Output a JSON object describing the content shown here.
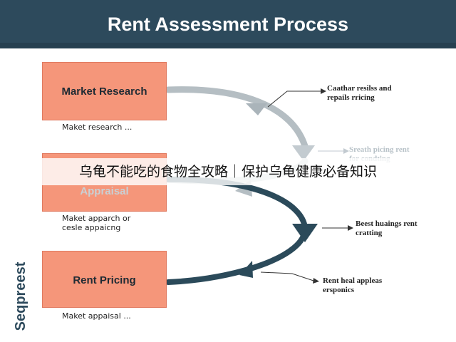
{
  "header": {
    "title": "Rent Assessment Process"
  },
  "steps": [
    {
      "label": "Market Research",
      "caption": "Maket research ..."
    },
    {
      "label": "Appraisal",
      "caption_lines": [
        "Maket apparch or",
        "cesle appaicng"
      ]
    },
    {
      "label": "Rent Pricing",
      "caption": "Maket appaisal ..."
    }
  ],
  "notes": [
    {
      "lines": [
        "Caathar resilss and",
        "repails rricing"
      ]
    },
    {
      "lines": [
        "Sreath picing rent",
        "for condting"
      ]
    },
    {
      "lines": [
        "Beest huaings rent",
        "cratting"
      ]
    },
    {
      "lines": [
        "Rent heal appleas",
        "ersponics"
      ]
    }
  ],
  "brand": {
    "text": "Seqpreest"
  },
  "overlay_banner": {
    "text": "乌龟不能吃的食物全攻略｜保护乌龟健康必备知识"
  },
  "colors": {
    "header": "#2d4a5c",
    "box": "#f5967a",
    "arrow_light": "#b5bec3",
    "arrow_dark": "#2b4a5a"
  }
}
